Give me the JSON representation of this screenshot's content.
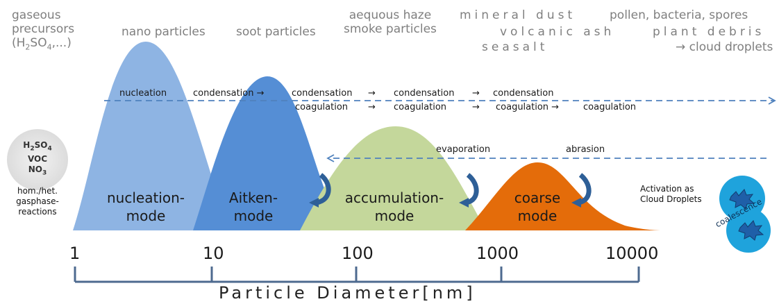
{
  "top_labels": {
    "gaseous": [
      "gaseous",
      "precursors"
    ],
    "gaseous_formula": {
      "pre": "(H",
      "sub1": "2",
      "mid": "SO",
      "sub2": "4",
      "post": ",...)"
    },
    "nano": "nano particles",
    "soot": "soot particles",
    "haze": [
      "aequous haze",
      "smoke particles"
    ],
    "mineral": "mineral dust",
    "volcanic": "volcanic ash",
    "seasalt": "seasalt",
    "pollen": "pollen, bacteria, spores",
    "plant": "plant debris",
    "cloud": "→ cloud droplets"
  },
  "processes": {
    "nucleation": "nucleation",
    "condensation_arrow": "condensation →",
    "condensation": "condensation",
    "coagulation": "coagulation",
    "arrow": "→",
    "coagulation_arrow": "coagulation →",
    "evaporation": "evaporation",
    "abrasion": "abrasion"
  },
  "modes": {
    "nucleation": [
      "nucleation-",
      "mode"
    ],
    "aitken": [
      "Aitken-",
      "mode"
    ],
    "accumulation": [
      "accumulation-",
      "mode"
    ],
    "coarse": [
      "coarse",
      "mode"
    ]
  },
  "precursor_circle": {
    "h2so4": {
      "base": "H",
      "sub1": "2",
      "mid": "SO",
      "sub2": "4"
    },
    "voc": "VOC",
    "no3": {
      "base": "NO",
      "sub": "3"
    }
  },
  "hom_het": [
    "hom./het.",
    "gasphase-",
    "reactions"
  ],
  "activation": [
    "Activation as",
    "Cloud Droplets"
  ],
  "coalescence": "coalescence",
  "axis": {
    "ticks": [
      "1",
      "10",
      "100",
      "1000",
      "10000"
    ],
    "title": "Particle Diameter[nm]",
    "scale": "log"
  },
  "colors": {
    "nucleation": "#8eb4e3",
    "aitken": "#558ed5",
    "accumulation": "#c4d79b",
    "coarse": "#e46c0a",
    "arrows": "#4f81bd",
    "droplet": "#1fa3dc",
    "axis": "#4d6a8f",
    "top_text": "#7f7f7f"
  }
}
